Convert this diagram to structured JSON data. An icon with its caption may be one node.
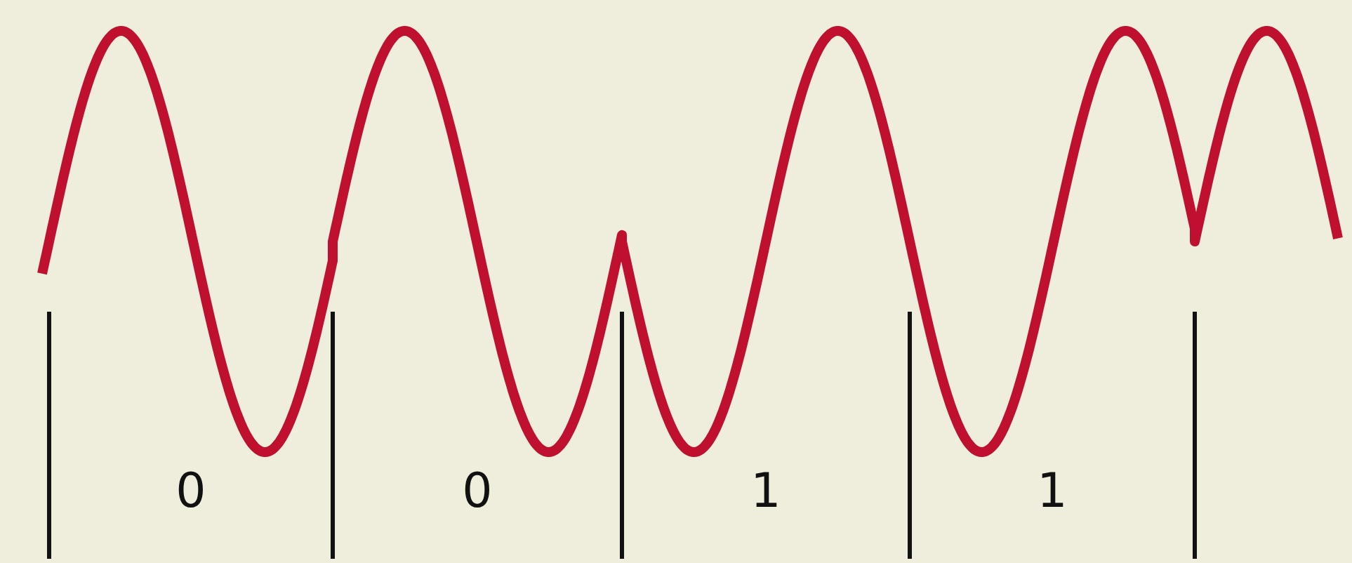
{
  "diagram": {
    "labels": [
      "0",
      "0",
      "1",
      "1"
    ]
  }
}
